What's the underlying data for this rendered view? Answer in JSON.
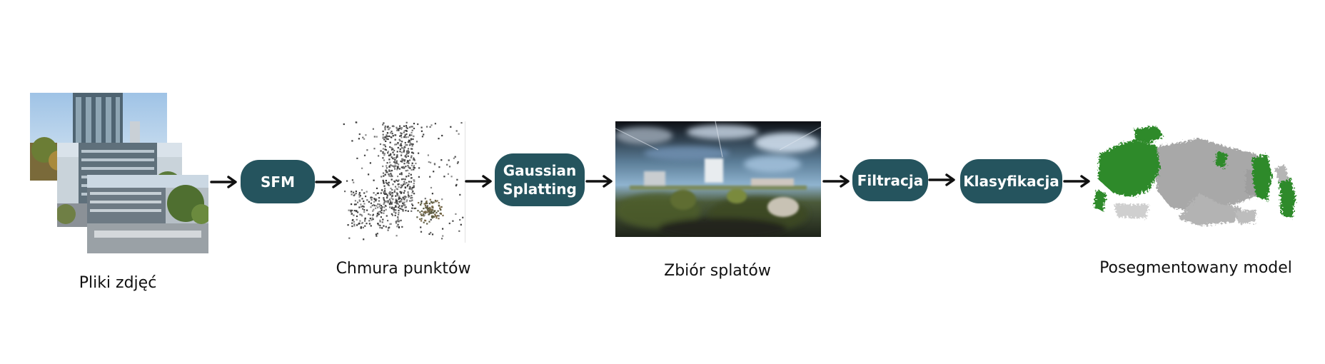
{
  "steps": {
    "sfm": "SFM",
    "gaussian_line1": "Gaussian",
    "gaussian_line2": "Splatting",
    "filtracja": "Filtracja",
    "klasyfikacja": "Klasyfikacja"
  },
  "captions": {
    "photos": "Pliki zdjęć",
    "point_cloud": "Chmura punktów",
    "splats": "Zbiór splatów",
    "segmented": "Posegmentowany model"
  },
  "colors": {
    "pill": "#25545e",
    "arrow": "#111111",
    "vegetation": "#2d8a2a",
    "building": "#a8a8a8"
  },
  "icons": {
    "arrow": "right-arrow-icon"
  }
}
